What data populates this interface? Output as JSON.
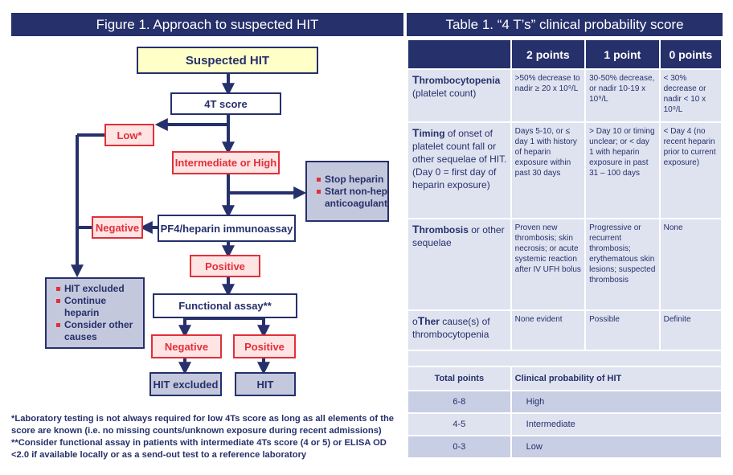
{
  "figure": {
    "title": "Figure 1. Approach to suspected HIT",
    "boxes": {
      "suspected": "Suspected HIT",
      "score": "4T score",
      "low": "Low*",
      "intermediate": "Intermediate or High",
      "stop_items": [
        "Stop heparin",
        "Start non-hep"
      ],
      "stop_cont": "anticoagulant",
      "negative1": "Negative",
      "pf4": "PF4/heparin immunoassay",
      "positive1": "Positive",
      "excluded_items": [
        "HIT excluded",
        "Continue heparin",
        "Consider other"
      ],
      "excluded_cont": "causes",
      "functional": "Functional assay**",
      "negative2": "Negative",
      "positive2": "Positive",
      "hit_excluded": "HIT excluded",
      "hit": "HIT"
    },
    "notes": [
      "*Laboratory testing is not always required for low 4Ts score as long as all elements of the score are known (i.e. no missing counts/unknown exposure during recent admissions)",
      "**Consider functional assay in patients with intermediate 4Ts score (4 or 5) or ELISA OD <2.0 if available locally or as a send-out test to a reference laboratory"
    ]
  },
  "table": {
    "title": "Table 1. “4 T’s” clinical probability score",
    "headers": [
      "",
      "2 points",
      "1 point",
      "0 points"
    ],
    "rows": [
      {
        "crit_initial": "T",
        "crit_bold": "hrombocytopenia",
        "crit_rest": "(platelet count)",
        "c2": ">50% decrease to nadir ≥ 20 x 10⁹/L",
        "c1": "30-50% decrease, or nadir 10-19 x 10⁹/L",
        "c0": "< 30% decrease or nadir < 10 x 10⁹/L"
      },
      {
        "crit_initial": "T",
        "crit_bold": "iming",
        "crit_rest": " of onset of platelet count fall or other sequelae of HIT. (Day 0 = first day of heparin exposure)",
        "c2": "Days 5-10, or ≤ day 1 with history of heparin exposure within past 30 days",
        "c1": "> Day 10 or timing unclear; or < day 1 with heparin exposure in past 31 – 100 days",
        "c0": "< Day 4 (no recent heparin prior to current exposure)"
      },
      {
        "crit_initial": "T",
        "crit_bold": "hrombosis",
        "crit_rest": " or other sequelae",
        "c2": "Proven new thrombosis; skin necrosis; or acute systemic reaction after IV UFH bolus",
        "c1": "Progressive or recurrent thrombosis; erythematous skin lesions; suspected thrombosis",
        "c0": "None"
      },
      {
        "crit_pre": "o",
        "crit_initial": "T",
        "crit_bold": "her",
        "crit_rest": " cause(s) of thrombocytopenia",
        "c2": "None evident",
        "c1": "Possible",
        "c0": "Definite"
      }
    ],
    "summary_headers": [
      "Total points",
      "Clinical probability of HIT"
    ],
    "summary": [
      {
        "points": "6-8",
        "prob": "High"
      },
      {
        "points": "4-5",
        "prob": "Intermediate"
      },
      {
        "points": "0-3",
        "prob": "Low"
      }
    ]
  },
  "colors": {
    "navy": "#26306b",
    "red": "#e0303a",
    "gray": "#c4c8dc",
    "light": "#dfe3f0",
    "yellow": "#ffffc8"
  }
}
